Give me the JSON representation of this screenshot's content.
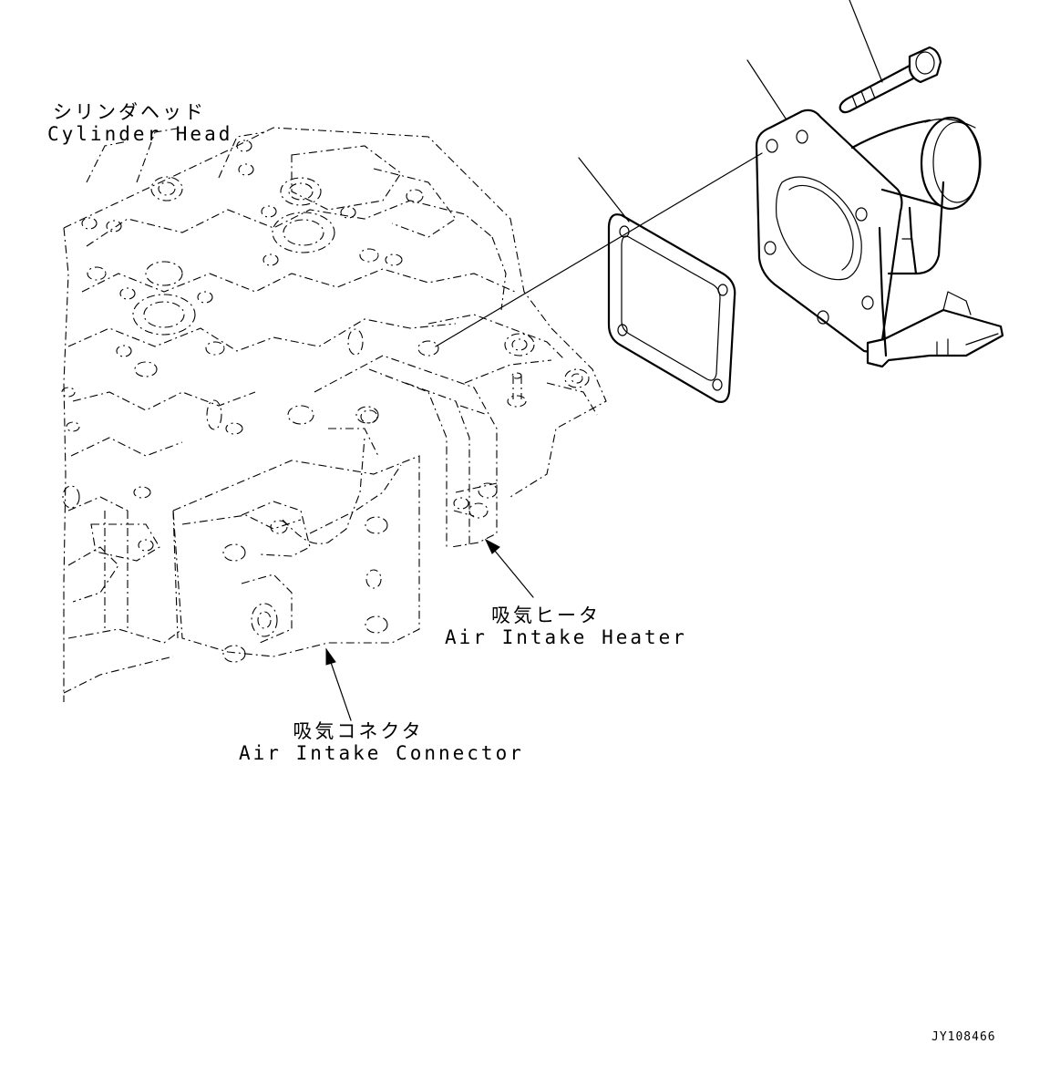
{
  "labels": {
    "cylinder_head": {
      "ja": "シリンダヘッド",
      "en": "Cylinder Head"
    },
    "air_intake_heater": {
      "ja": "吸気ヒータ",
      "en": "Air Intake Heater"
    },
    "air_intake_connector": {
      "ja": "吸気コネクタ",
      "en": "Air Intake Connector"
    }
  },
  "drawing_code": "JY108466"
}
